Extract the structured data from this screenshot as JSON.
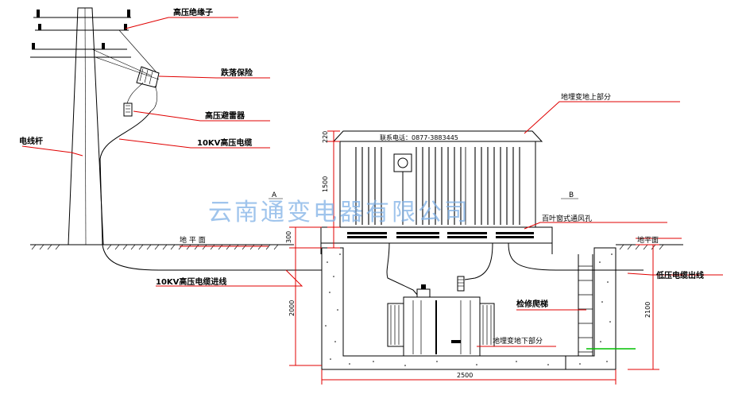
{
  "labels": {
    "hv_insulator": "高压绝缘子",
    "drop_fuse": "跌落保险",
    "hv_arrester": "高压避雷器",
    "hv_cable_10kv": "10KV高压电缆",
    "pole": "电线杆",
    "ground_left": "地 平 面",
    "ground_right": "地平面",
    "hv_cable_conn": "10KV高压电缆进线",
    "above_ground": "地埋变地上部分",
    "louver_vent": "百叶窗式通风孔",
    "lv_cable_out": "低压电缆出线",
    "ladder": "检修爬梯",
    "below_ground": "地埋变地下部分",
    "contact": "联系电话：0877-3883445",
    "section_a": "A",
    "section_b": "B"
  },
  "dimensions": {
    "top_220": "220",
    "cabinet_1500": "1500",
    "base_300": "300",
    "pit_2000": "2000",
    "right_2100": "2100",
    "width_2500": "2500"
  },
  "watermark": "云南通变电器有限公司",
  "colors": {
    "leader": "#e00000",
    "watermark": "#7fb0e6",
    "marker": "#00c000"
  }
}
